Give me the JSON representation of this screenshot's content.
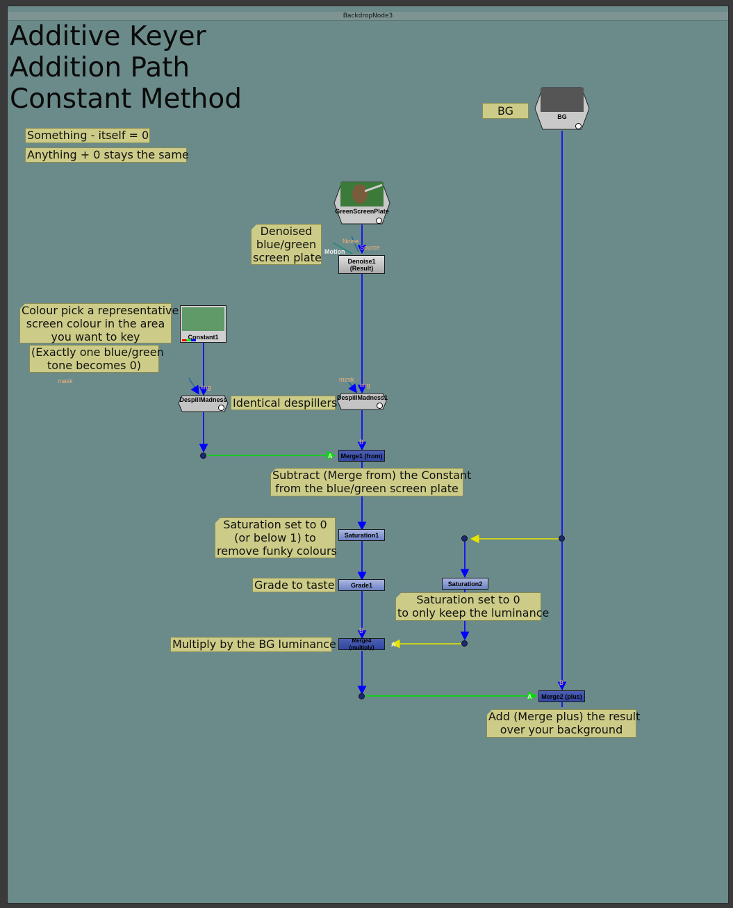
{
  "backdrop": {
    "title": "BackdropNode3"
  },
  "titles": [
    "Additive Keyer",
    "Addition Path",
    "Constant Method"
  ],
  "stickies": {
    "rule1": "Something - itself = 0",
    "rule2": "Anything + 0 stays the same",
    "bg_label": "BG",
    "denoised": "Denoised\nblue/green\nscreen plate",
    "colour_pick": "Colour pick a representative\nscreen colour in the area\nyou want to key",
    "exactly_one": "(Exactly one blue/green\ntone becomes 0)",
    "identical": "Identical despillers",
    "subtract": "Subtract (Merge from) the Constant\nfrom the blue/green screen plate",
    "saturation1_note": "Saturation set to 0\n(or below 1) to\nremove funky colours",
    "grade_note": "Grade to taste",
    "saturation2_note": "Saturation set to 0\nto only keep the luminance",
    "multiply_note": "Multiply by the BG luminance",
    "add_note": "Add (Merge plus) the result\nover your background"
  },
  "nodes": {
    "bg": "BG",
    "greenscreen": "GreenScreenPlate",
    "denoise": "Denoise1\n(Result)",
    "constant": "Constant1",
    "despill_left": "DespillMadness",
    "despill_right": "DespillMadness1",
    "merge1": "Merge1 (from)",
    "saturation1": "Saturation1",
    "grade1": "Grade1",
    "saturation2": "Saturation2",
    "merge4": "Merge4 (multiply)",
    "merge2": "Merge2 (plus)"
  },
  "ports": {
    "noise": "Noise",
    "source": "Source",
    "motion": "Motion",
    "img": "img",
    "mask": "mask",
    "a": "A",
    "b": "B"
  },
  "colors": {
    "backdrop": "#6b8b8a",
    "sticky": "#cccc88",
    "wire_blue": "#0000ff",
    "wire_green": "#00e000",
    "wire_yellow": "#e6e600"
  }
}
